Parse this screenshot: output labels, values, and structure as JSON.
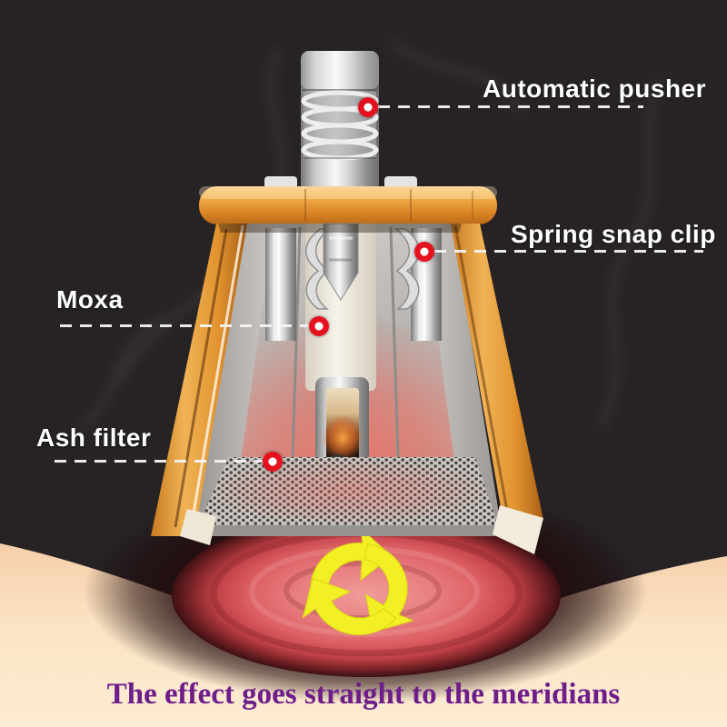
{
  "diagram": {
    "labels": [
      {
        "id": "automatic-pusher",
        "text": "Automatic pusher"
      },
      {
        "id": "spring-snap-clip",
        "text": "Spring snap clip"
      },
      {
        "id": "moxa",
        "text": "Moxa"
      },
      {
        "id": "ash-filter",
        "text": "Ash filter"
      }
    ],
    "caption": {
      "text": "The effect goes straight to the meridians",
      "color": "#6e1d8a"
    },
    "colors": {
      "background_dark": "#272324",
      "skin": "#fbe0bd",
      "marker_red": "#e6111f",
      "glow_red": "#e06a6e",
      "arrow_yellow": "#f2ef25",
      "wood_orange": "#e79a33",
      "label_white": "#ffffff"
    },
    "icons": [
      {
        "name": "marker-dot-icon"
      },
      {
        "name": "rotation-arrows-icon"
      }
    ]
  }
}
